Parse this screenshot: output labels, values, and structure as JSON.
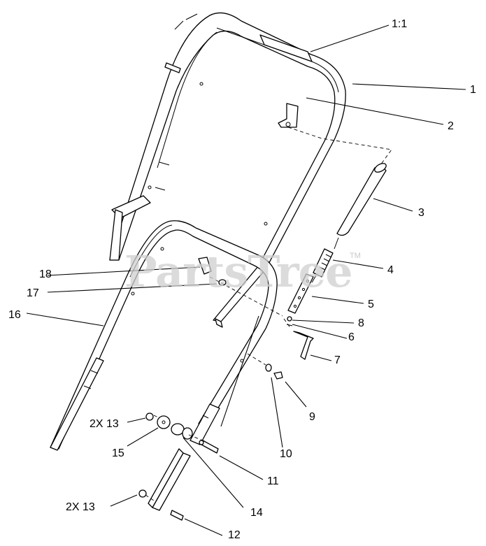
{
  "watermark": {
    "text": "PartsTree",
    "mark": "TM"
  },
  "callouts": {
    "c_1_1": "1:1",
    "c_1": "1",
    "c_2": "2",
    "c_3": "3",
    "c_4": "4",
    "c_5": "5",
    "c_6": "6",
    "c_7": "7",
    "c_8": "8",
    "c_9": "9",
    "c_10": "10",
    "c_11": "11",
    "c_12": "12",
    "c_13_upper": "2X 13",
    "c_13_lower": "2X 13",
    "c_14": "14",
    "c_15": "15",
    "c_16": "16",
    "c_17": "17",
    "c_18": "18"
  }
}
